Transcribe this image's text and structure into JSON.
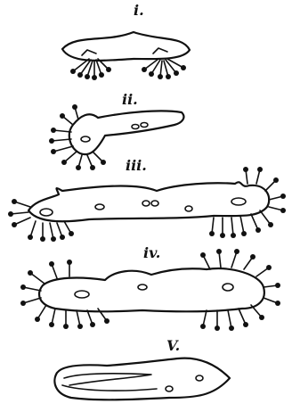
{
  "figure": {
    "stages": [
      {
        "id": "i",
        "label": "i."
      },
      {
        "id": "ii",
        "label": "ii."
      },
      {
        "id": "iii",
        "label": "iii."
      },
      {
        "id": "iv",
        "label": "iv."
      },
      {
        "id": "v",
        "label": "V."
      }
    ]
  }
}
